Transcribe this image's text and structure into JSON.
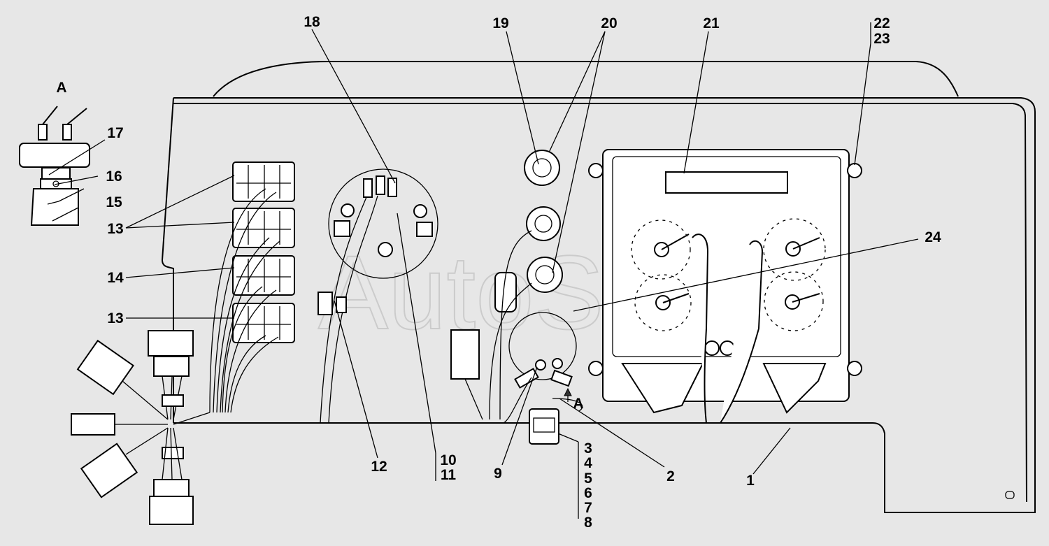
{
  "diagram": {
    "watermark": "AutoSoft",
    "labels": {
      "A_view": "A",
      "A_arrow": "A",
      "l1": "1",
      "l2": "2",
      "l3": "3",
      "l4": "4",
      "l5": "5",
      "l6": "6",
      "l7": "7",
      "l8": "8",
      "l9": "9",
      "l10": "10",
      "l11": "11",
      "l12": "12",
      "l13a": "13",
      "l13b": "13",
      "l14": "14",
      "l15": "15",
      "l16": "16",
      "l17": "17",
      "l18": "18",
      "l19": "19",
      "l20": "20",
      "l21": "21",
      "l22": "22",
      "l23": "23",
      "l24": "24"
    }
  }
}
